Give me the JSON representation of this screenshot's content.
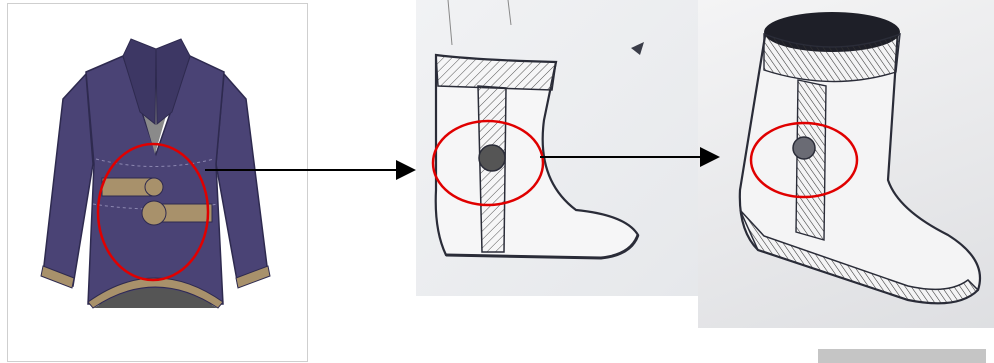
{
  "colors": {
    "jacket": "#4a4375",
    "jacket_dark": "#2e2a4f",
    "trim": "#a8916b",
    "highlight_circle": "#e00000",
    "arrow": "#000000",
    "pencil": "#2a2c38"
  },
  "panels": [
    {
      "name": "jacket-illustration"
    },
    {
      "name": "boot-sketch-side"
    },
    {
      "name": "boot-sketch-perspective"
    }
  ]
}
